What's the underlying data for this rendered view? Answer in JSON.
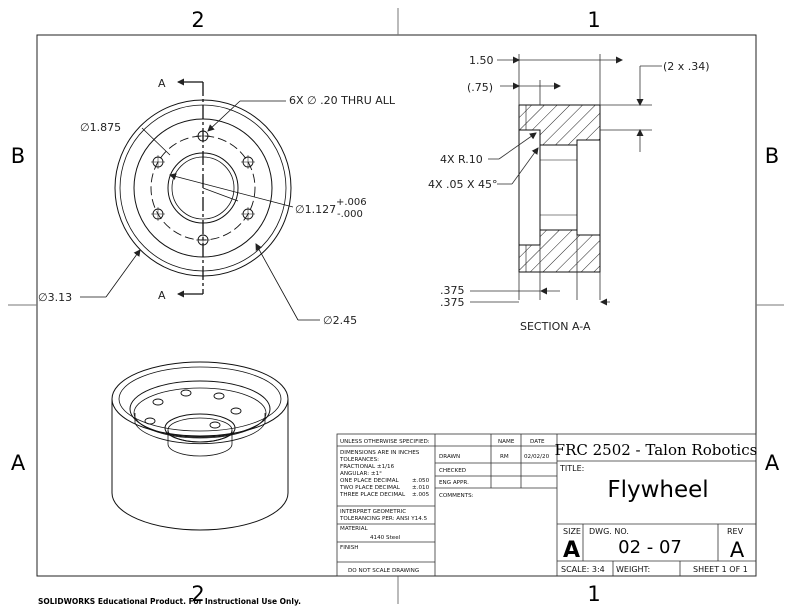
{
  "zones": {
    "top_left": "2",
    "top_right": "1",
    "bottom_left": "2",
    "bottom_right": "1",
    "left_upper": "B",
    "left_lower": "A",
    "right_upper": "B",
    "right_lower": "A"
  },
  "front_view": {
    "section_label_top": "A",
    "section_label_bottom": "A",
    "dim_hole_pattern": "6X ∅ .20 THRU ALL",
    "dim_bolt_circle": "∅1.875",
    "dim_bore": "∅1.127",
    "dim_bore_tol_plus": "+.006",
    "dim_bore_tol_minus": "-.000",
    "dim_outer": "∅3.13",
    "dim_hub": "∅2.45"
  },
  "section_view": {
    "dim_width": "1.50",
    "dim_half": "(.75)",
    "dim_chamfer_right": "(2 x .34)",
    "dim_radius": "4X R.10",
    "dim_chamfer": "4X .05 X 45°",
    "dim_step_a": ".375",
    "dim_step_b": ".375",
    "caption": "SECTION A-A"
  },
  "title_block": {
    "unless": "UNLESS OTHERWISE SPECIFIED:",
    "col_name": "NAME",
    "col_date": "DATE",
    "tol_lines": [
      "DIMENSIONS ARE IN INCHES",
      "TOLERANCES:",
      "FRACTIONAL ±1/16",
      "ANGULAR: ±1°"
    ],
    "tol_places": [
      {
        "label": "ONE PLACE DECIMAL",
        "value": "±.050"
      },
      {
        "label": "TWO PLACE DECIMAL",
        "value": "±.010"
      },
      {
        "label": "THREE PLACE DECIMAL",
        "value": "±.005"
      }
    ],
    "interpret_1": "INTERPRET GEOMETRIC",
    "interpret_2": "TOLERANCING PER: ANSI Y14.5",
    "material_label": "MATERIAL",
    "material_value": "4140 Steel",
    "finish_label": "FINISH",
    "no_scale": "DO NOT SCALE DRAWING",
    "drawn_label": "DRAWN",
    "drawn_name": "RM",
    "drawn_date": "02/02/20",
    "checked_label": "CHECKED",
    "eng_label": "ENG APPR.",
    "comments_label": "COMMENTS:",
    "company": "FRC 2502 - Talon Robotics",
    "title_label": "TITLE:",
    "title": "Flywheel",
    "size_label": "SIZE",
    "size_value": "A",
    "dwg_label": "DWG.  NO.",
    "dwg_value": "02 - 07",
    "rev_label": "REV",
    "rev_value": "A",
    "scale": "SCALE: 3:4",
    "weight": "WEIGHT:",
    "sheet": "SHEET 1 OF 1"
  },
  "footer": "SOLIDWORKS Educational Product. For Instructional Use Only."
}
